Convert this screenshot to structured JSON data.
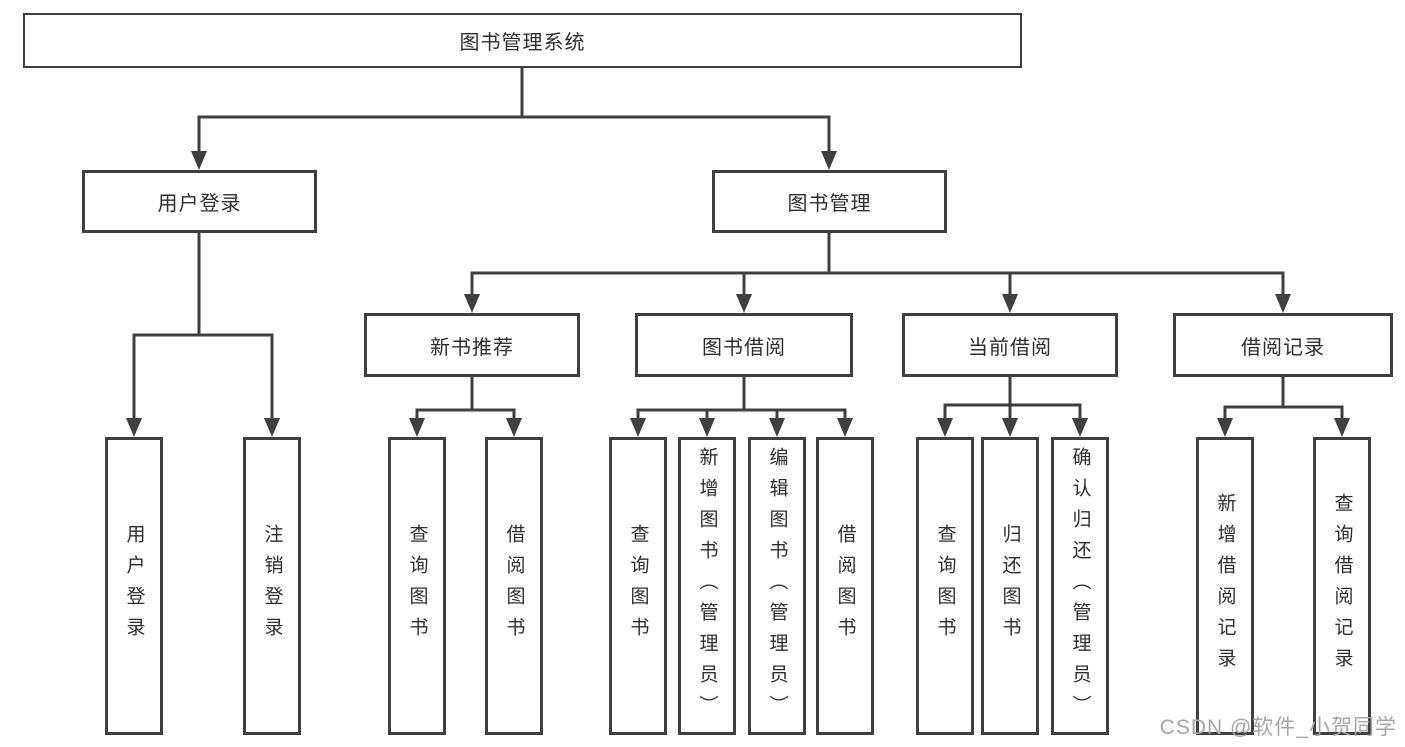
{
  "colors": {
    "line": "#3f3f3f",
    "text": "#2e2e2e",
    "watermark": "#a6a6a6",
    "background": "#ffffff"
  },
  "tree": {
    "label": "图书管理系统",
    "children": [
      {
        "label": "用户登录",
        "children": [
          {
            "label": "用户登录"
          },
          {
            "label": "注销登录"
          }
        ]
      },
      {
        "label": "图书管理",
        "children": [
          {
            "label": "新书推荐",
            "children": [
              {
                "label": "查询图书"
              },
              {
                "label": "借阅图书"
              }
            ]
          },
          {
            "label": "图书借阅",
            "children": [
              {
                "label": "查询图书"
              },
              {
                "label": "新增图书（管理员）"
              },
              {
                "label": "编辑图书（管理员）"
              },
              {
                "label": "借阅图书"
              }
            ]
          },
          {
            "label": "当前借阅",
            "children": [
              {
                "label": "查询图书"
              },
              {
                "label": "归还图书"
              },
              {
                "label": "确认归还（管理员）"
              }
            ]
          },
          {
            "label": "借阅记录",
            "children": [
              {
                "label": "新增借阅记录"
              },
              {
                "label": "查询借阅记录"
              }
            ]
          }
        ]
      }
    ]
  },
  "watermark": {
    "text": "CSDN @软件_小贺同学"
  }
}
